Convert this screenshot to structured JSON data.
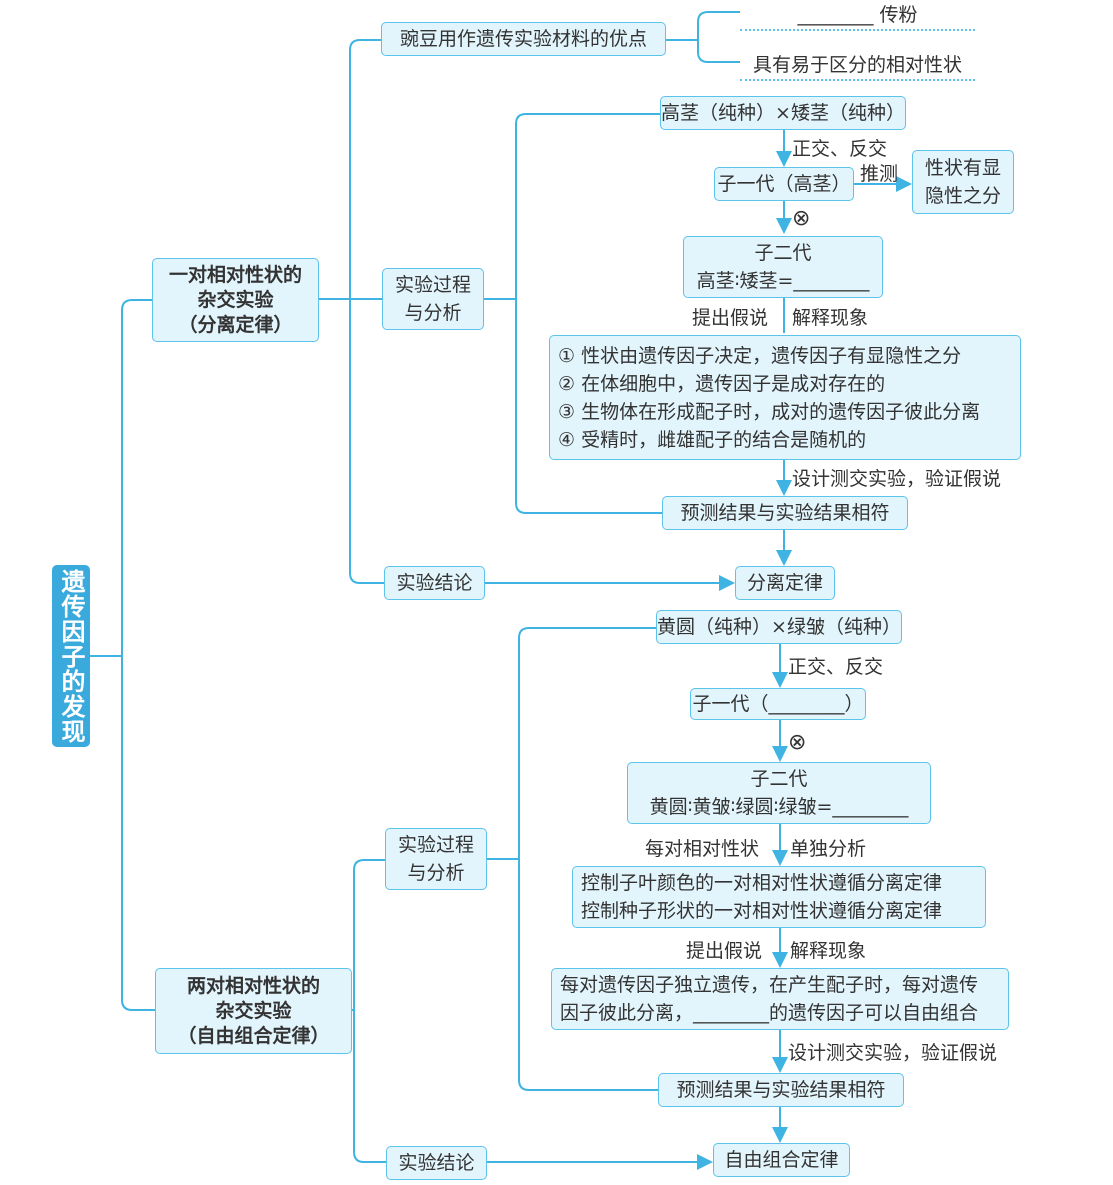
{
  "root": "遗传因子的发现",
  "main1": {
    "l1": "一对相对性状的",
    "l2": "杂交实验",
    "l3": "（分离定律）"
  },
  "main2": {
    "l1": "两对相对性状的",
    "l2": "杂交实验",
    "l3": "（自由组合定律）"
  },
  "s1": {
    "pea": "豌豆用作遗传实验材料的优点",
    "adv1": "________ 传粉",
    "adv2": "具有易于区分的相对性状",
    "process": {
      "l1": "实验过程",
      "l2": "与分析"
    },
    "conclusion": "实验结论",
    "p": "高茎（纯种）×矮茎（纯种）",
    "cross": "正交、反交",
    "f1": "子一代（高茎）",
    "infer": "推测",
    "dom": {
      "l1": "性状有显",
      "l2": "隐性之分"
    },
    "selfing": "⊗",
    "f2": {
      "l1": "子二代",
      "l2": "高茎∶矮茎=________"
    },
    "hyp_l": "提出假说",
    "hyp_r": "解释现象",
    "hyp": [
      "① 性状由遗传因子决定，遗传因子有显隐性之分",
      "② 在体细胞中，遗传因子是成对存在的",
      "③ 生物体在形成配子时，成对的遗传因子彼此分离",
      "④ 受精时，雌雄配子的结合是随机的"
    ],
    "test": "设计测交实验，验证假说",
    "match": "预测结果与实验结果相符",
    "law": "分离定律"
  },
  "s2": {
    "process": {
      "l1": "实验过程",
      "l2": "与分析"
    },
    "conclusion": "实验结论",
    "p": "黄圆（纯种）×绿皱（纯种）",
    "cross": "正交、反交",
    "f1": "子一代（________）",
    "selfing": "⊗",
    "f2": {
      "l1": "子二代",
      "l2": "黄圆∶黄皱∶绿圆∶绿皱=________"
    },
    "each_l": "每对相对性状",
    "each_r": "单独分析",
    "ctrl": [
      "控制子叶颜色的一对相对性状遵循分离定律",
      "控制种子形状的一对相对性状遵循分离定律"
    ],
    "hyp_l": "提出假说",
    "hyp_r": "解释现象",
    "hyp": [
      "每对遗传因子独立遗传，在产生配子时，每对遗传",
      "因子彼此分离，________的遗传因子可以自由组合"
    ],
    "test": "设计测交实验，验证假说",
    "match": "预测结果与实验结果相符",
    "law": "自由组合定律"
  }
}
